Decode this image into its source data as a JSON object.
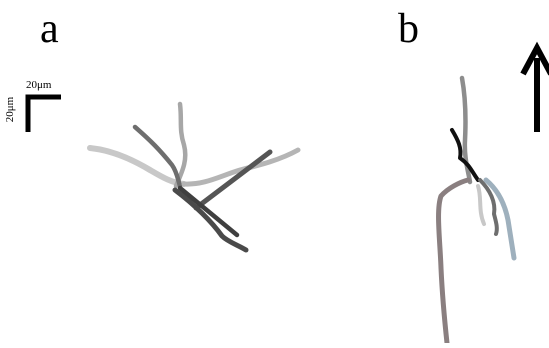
{
  "panels": {
    "a": {
      "label": "a"
    },
    "b": {
      "label": "b"
    }
  },
  "scale_bar": {
    "horizontal_label": "20μm",
    "vertical_label": "20μm"
  },
  "colors": {
    "background": "#ffffff",
    "ink": "#000000",
    "trace_black": "#111111",
    "trace_dark": "#4a4a4a",
    "trace_mid": "#6e6e6e",
    "trace_light": "#a7a7a7",
    "trace_pale": "#c8c8c8",
    "trace_brownish": "#8a7f80",
    "trace_blue_gray": "#9eb0bd"
  },
  "icons": {
    "direction_arrow": "up-arrow-icon"
  }
}
